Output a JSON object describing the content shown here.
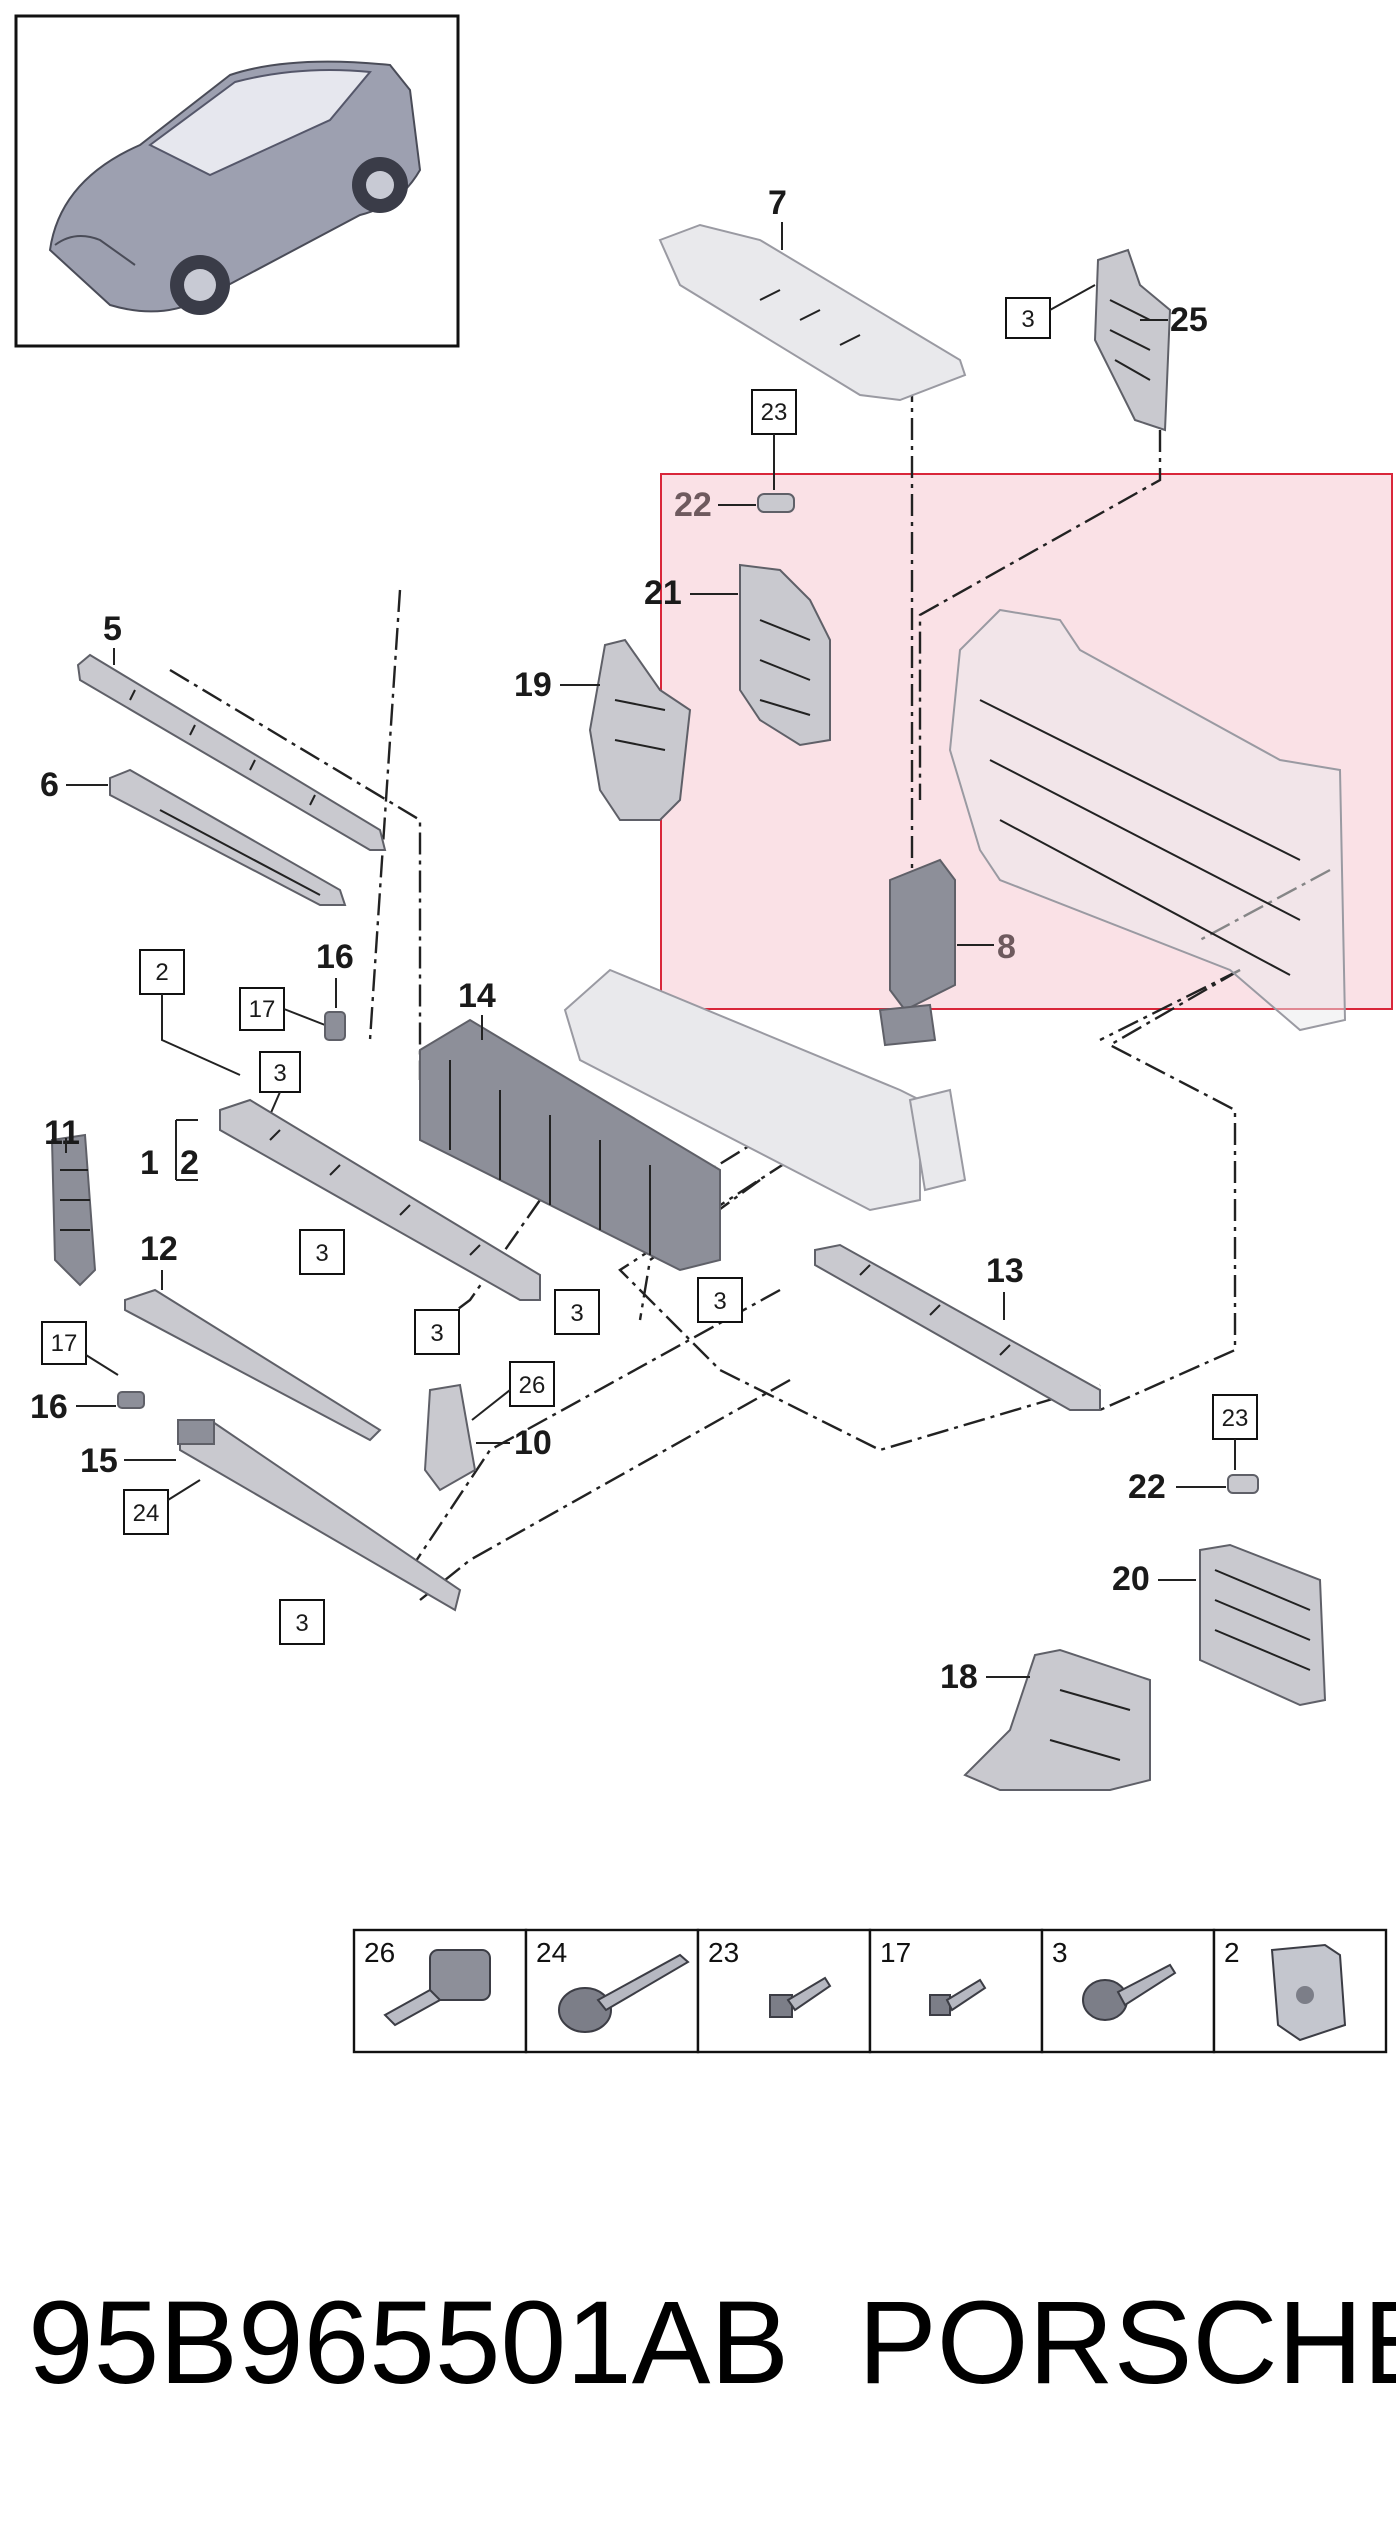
{
  "callouts": {
    "c7": "7",
    "c25": "25",
    "c22a": "22",
    "c21": "21",
    "c19": "19",
    "c8": "8",
    "c5": "5",
    "c6": "6",
    "c16a": "16",
    "c14": "14",
    "c1": "1",
    "c2": "2",
    "c11": "11",
    "c12": "12",
    "c13": "13",
    "c16b": "16",
    "c15": "15",
    "c10": "10",
    "c22b": "22",
    "c20": "20",
    "c18": "18"
  },
  "boxed": {
    "b3a": "3",
    "b23a": "23",
    "b2": "2",
    "b17a": "17",
    "b3b": "3",
    "b3c": "3",
    "b3d": "3",
    "b3e": "3",
    "b3f": "3",
    "b26": "26",
    "b17b": "17",
    "b24": "24",
    "b3g": "3",
    "b23b": "23"
  },
  "legend": [
    "26",
    "24",
    "23",
    "17",
    "3",
    "2"
  ],
  "highlight": {
    "color": "#f8d7dd",
    "border": "#d9263a"
  },
  "footer": {
    "part_number": "95B965501AB",
    "brand": "PORSCHE"
  }
}
